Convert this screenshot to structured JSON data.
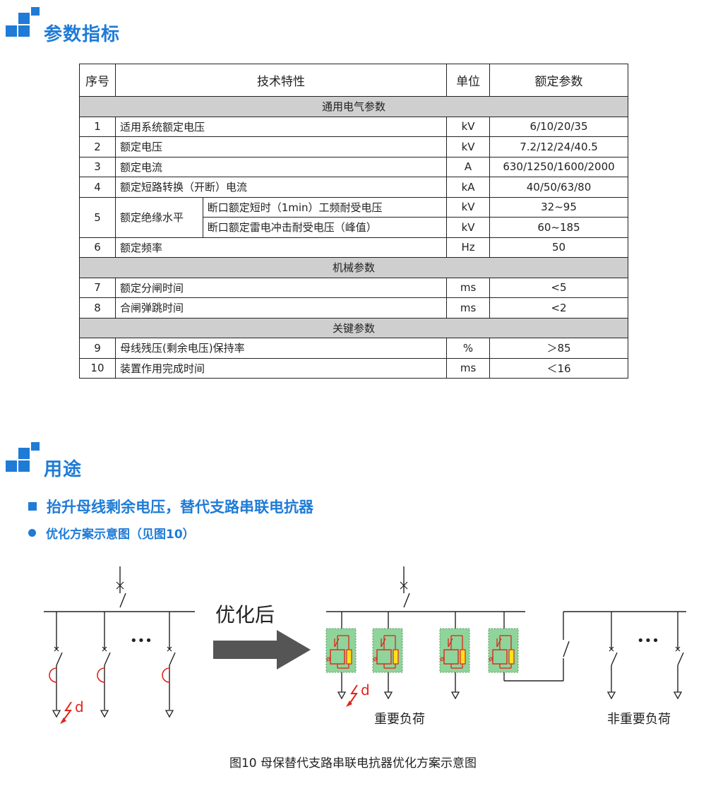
{
  "sections": {
    "params_title": "参数指标",
    "usage_title": "用途"
  },
  "table": {
    "headers": [
      "序号",
      "技术特性",
      "单位",
      "额定参数"
    ],
    "group_general": "通用电气参数",
    "group_mech": "机械参数",
    "group_key": "关键参数",
    "rows": [
      {
        "no": "1",
        "name": "适用系统额定电压",
        "unit": "kV",
        "value": "6/10/20/35"
      },
      {
        "no": "2",
        "name": "额定电压",
        "unit": "kV",
        "value": "7.2/12/24/40.5"
      },
      {
        "no": "3",
        "name": "额定电流",
        "unit": "A",
        "value": "630/1250/1600/2000"
      },
      {
        "no": "4",
        "name": "额定短路转换（开断）电流",
        "unit": "kA",
        "value": "40/50/63/80"
      },
      {
        "no": "5",
        "name": "额定绝缘水平",
        "sub1": "断口额定短时（1min）工频耐受电压",
        "unit1": "kV",
        "value1": "32~95",
        "sub2": "断口额定雷电冲击耐受电压（峰值）",
        "unit2": "kV",
        "value2": "60~185"
      },
      {
        "no": "6",
        "name": "额定频率",
        "unit": "Hz",
        "value": "50"
      },
      {
        "no": "7",
        "name": "额定分闸时间",
        "unit": "ms",
        "value": "<5"
      },
      {
        "no": "8",
        "name": "合闸弹跳时间",
        "unit": "ms",
        "value": "<2"
      },
      {
        "no": "9",
        "name": "母线残压(剩余电压)保持率",
        "unit": "%",
        "value": "＞85"
      },
      {
        "no": "10",
        "name": "装置作用完成时间",
        "unit": "ms",
        "value": "＜16"
      }
    ]
  },
  "usage": {
    "bullet1": "抬升母线剩余电压，替代支路串联电抗器",
    "bullet2": "优化方案示意图（见图10）"
  },
  "diagram": {
    "arrow_label": "优化后",
    "dots": "•••",
    "fault_label": "d",
    "important_load": "重要负荷",
    "nonimportant_load": "非重要负荷",
    "caption": "图10 母保替代支路串联电抗器优化方案示意图"
  },
  "colors": {
    "accent": "#1f7bd6",
    "group_bg": "#cfcfcf",
    "fault_red": "#e0241b",
    "module_green": "#8fd49a",
    "resistor_yellow": "#ffe21a",
    "arrow_gray": "#555555"
  }
}
